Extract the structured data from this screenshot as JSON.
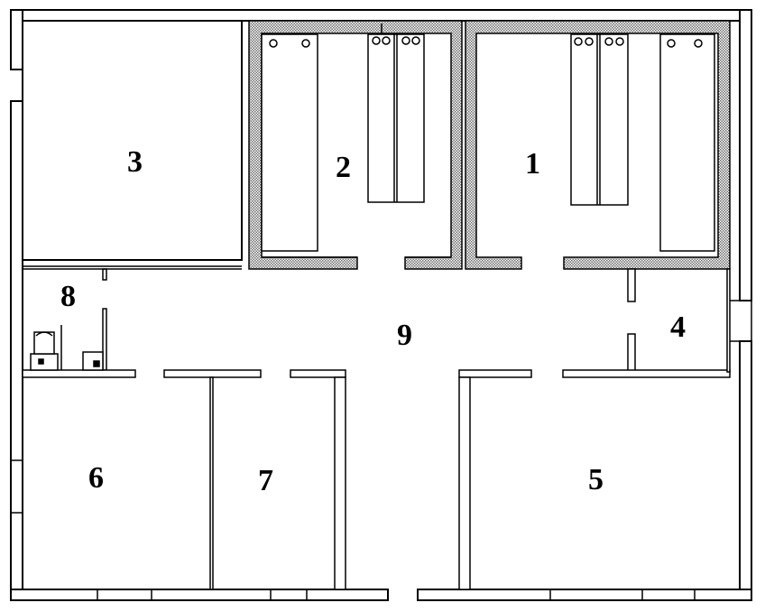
{
  "rooms": [
    {
      "id": "1",
      "label": "1"
    },
    {
      "id": "2",
      "label": "2"
    },
    {
      "id": "3",
      "label": "3"
    },
    {
      "id": "4",
      "label": "4"
    },
    {
      "id": "5",
      "label": "5"
    },
    {
      "id": "6",
      "label": "6"
    },
    {
      "id": "7",
      "label": "7"
    },
    {
      "id": "8",
      "label": "8"
    },
    {
      "id": "9",
      "label": "9"
    }
  ],
  "colors": {
    "wall": "#000000",
    "background": "#ffffff",
    "insulation": "#c8c8c8"
  }
}
